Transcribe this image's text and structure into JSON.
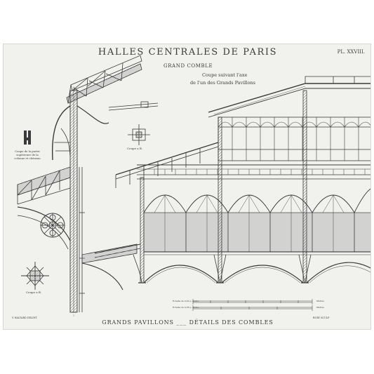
{
  "plate": {
    "title": "HALLES CENTRALES DE PARIS",
    "plate_number": "PL. XXVIII.",
    "section_title": "GRAND COMBLE",
    "section_caption_line1": "Coupe suivant l'axe",
    "section_caption_line2": "de l'un des Grands Pavillons",
    "gutter_label": "Coupe de la partie supérieure de la colonne et chéneau",
    "cut_a_label": "Coupe a B.",
    "cut_b_label": "Coupe a B.",
    "scale_line1": "Échelle de 0,02 p. mètre",
    "scale_line2": "Échelle de 0,05 p. mètre",
    "scale_unit1": "Mètres",
    "scale_unit2": "Mètres",
    "credit_left": "V. BALTARD DELINT",
    "credit_right": "BURY SCULP",
    "bottom_caption": "GRANDS PAVILLONS ___ DÉTAILS DES COMBLES"
  },
  "colors": {
    "paper": "#f1f1ee",
    "ink": "#3a3a3a"
  }
}
